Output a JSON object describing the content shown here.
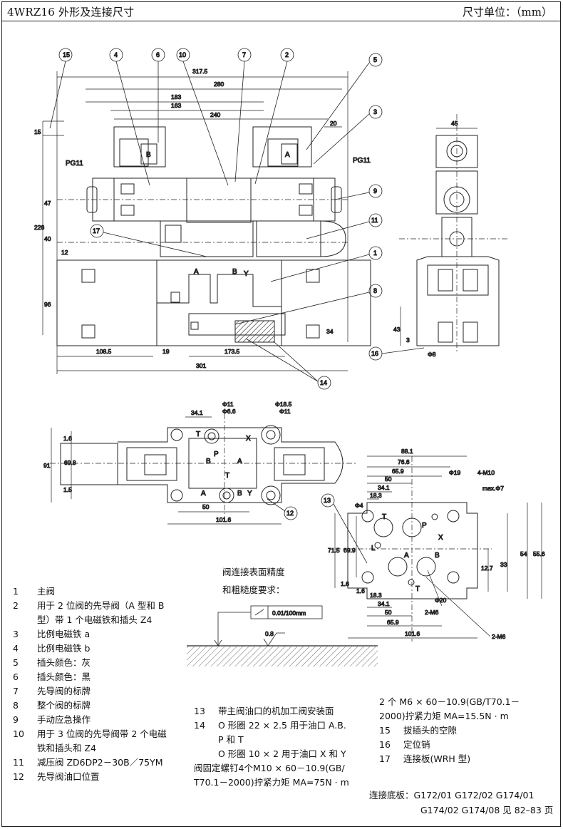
{
  "header": {
    "title": "4WRZ16 外形及连接尺寸",
    "unit": "尺寸单位：（mm）"
  },
  "front_view": {
    "dims": [
      "317.5",
      "280",
      "183",
      "163",
      "240",
      "20",
      "15",
      "47",
      "226",
      "40",
      "12",
      "96",
      "108.5",
      "19",
      "173.5",
      "301",
      "34",
      "45",
      "43",
      "3",
      "Φ8"
    ],
    "callouts": [
      "15",
      "4",
      "6",
      "10",
      "7",
      "2",
      "5",
      "3",
      "9",
      "11",
      "17",
      "1",
      "8",
      "14",
      "16"
    ],
    "labels": {
      "pg_left": "PG11",
      "pg_right": "PG11",
      "sol_b": "B",
      "sol_a": "A",
      "port_a": "A",
      "port_b": "B",
      "port_y": "Y"
    }
  },
  "top_view": {
    "dims": [
      "34.1",
      "Φ11",
      "Φ6.6",
      "Φ18.5",
      "Φ11",
      "1.6",
      "69.8",
      "91",
      "1.5",
      "50",
      "101.6"
    ],
    "ports": [
      "T",
      "P",
      "B",
      "A",
      "T",
      "X",
      "A",
      "B",
      "Y"
    ],
    "callout": "12"
  },
  "base_view": {
    "dims": [
      "88.1",
      "76.6",
      "65.9",
      "50",
      "34.1",
      "18.3",
      "Φ19",
      "4-M10",
      "max.Φ7",
      "Φ4",
      "71.5",
      "69.9",
      "1.6",
      "1.6",
      "18.3",
      "34.1",
      "50",
      "65.9",
      "101.6",
      "12.7",
      "33",
      "54",
      "55.6",
      "Φ20",
      "2-M6",
      "2-M6"
    ],
    "ports": [
      "X",
      "P",
      "L",
      "A",
      "B",
      "T",
      "T"
    ],
    "callout": "13"
  },
  "surface_note": {
    "line1": "阀连接表面精度",
    "line2": "和粗糙度要求：",
    "flatness": "0.01/100mm",
    "roughness": "0.8"
  },
  "legend_left": [
    {
      "n": "1",
      "t": "主阀"
    },
    {
      "n": "2",
      "t": "用于 2 位阀的先导阀（A 型和 B"
    },
    {
      "n": "",
      "t": "型）带 1 个电磁铁和插头 Z4"
    },
    {
      "n": "3",
      "t": "比例电磁铁 a"
    },
    {
      "n": "4",
      "t": "比例电磁铁 b"
    },
    {
      "n": "5",
      "t": "插头颜色：灰"
    },
    {
      "n": "6",
      "t": "插头颜色：黑"
    },
    {
      "n": "7",
      "t": "先导阀的标牌"
    },
    {
      "n": "8",
      "t": "整个阀的标牌"
    },
    {
      "n": "9",
      "t": "手动应急操作"
    },
    {
      "n": "10",
      "t": "用于 3 位阀的先导阀带 2 个电磁"
    },
    {
      "n": "",
      "t": "铁和插头和 Z4"
    },
    {
      "n": "11",
      "t": "减压阀    ZD6DP2－30B／75YM"
    },
    {
      "n": "12",
      "t": "先导阀油口位置"
    }
  ],
  "legend_mid": [
    {
      "n": "13",
      "t": "带主阀油口的机加工阀安装面"
    },
    {
      "n": "14",
      "t": "O 形圈 22 × 2.5 用于油口 A.B."
    },
    {
      "n": "",
      "t": "P 和 T"
    },
    {
      "n": "",
      "t": "O 形圈 10 × 2 用于油口 X 和 Y"
    }
  ],
  "legend_mid_wrap": [
    "阀固定螺钉4个M10 × 60－10.9(GB/",
    "T70.1－2000)拧紧力矩 MA=75N · m"
  ],
  "legend_right_top": [
    "2 个 M6 × 60－10.9(GB/T70.1－",
    "2000)拧紧力矩 MA=15.5N · m"
  ],
  "legend_right": [
    {
      "n": "15",
      "t": "拔插头的空隙"
    },
    {
      "n": "16",
      "t": "定位销"
    },
    {
      "n": "17",
      "t": "连接板(WRH 型)"
    }
  ],
  "base_plates": [
    "连接底板：G172/01  G172/02  G174/01",
    "G174/02  G174/08  见 82–83 页"
  ]
}
